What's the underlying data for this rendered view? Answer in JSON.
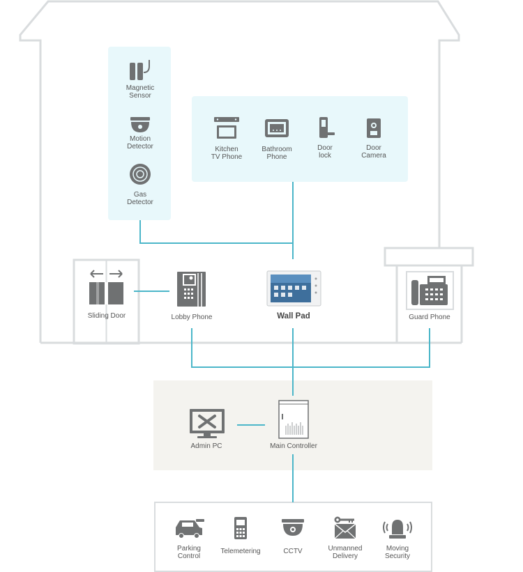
{
  "sensors": {
    "magnetic_sensor": [
      "Magnetic",
      "Sensor"
    ],
    "motion_detector": [
      "Motion",
      "Detector"
    ],
    "gas_detector": [
      "Gas",
      "Detector"
    ]
  },
  "home_devices": {
    "kitchen_tv_phone": [
      "Kitchen",
      "TV Phone"
    ],
    "bathroom_phone": [
      "Bathroom",
      "Phone"
    ],
    "door_lock": [
      "Door",
      "lock"
    ],
    "door_camera": [
      "Door",
      "Camera"
    ]
  },
  "entrance": {
    "sliding_door": "Sliding Door",
    "lobby_phone": "Lobby Phone",
    "wall_pad": "Wall Pad",
    "guard_phone": "Guard Phone"
  },
  "control_room": {
    "admin_pc": "Admin PC",
    "main_controller": "Main Controller"
  },
  "services": {
    "parking_control": [
      "Parking",
      "Control"
    ],
    "telemetering": "Telemetering",
    "cctv": "CCTV",
    "unmanned_delivery": [
      "Unmanned",
      "Delivery"
    ],
    "moving_security": [
      "Moving",
      "Security"
    ]
  },
  "colors": {
    "connector": "#4bb6c9",
    "panel_light_blue": "#e8f8fb",
    "panel_beige": "#f4f3ef",
    "outline_gray": "#d9dcde",
    "icon_gray": "#6f7172"
  }
}
